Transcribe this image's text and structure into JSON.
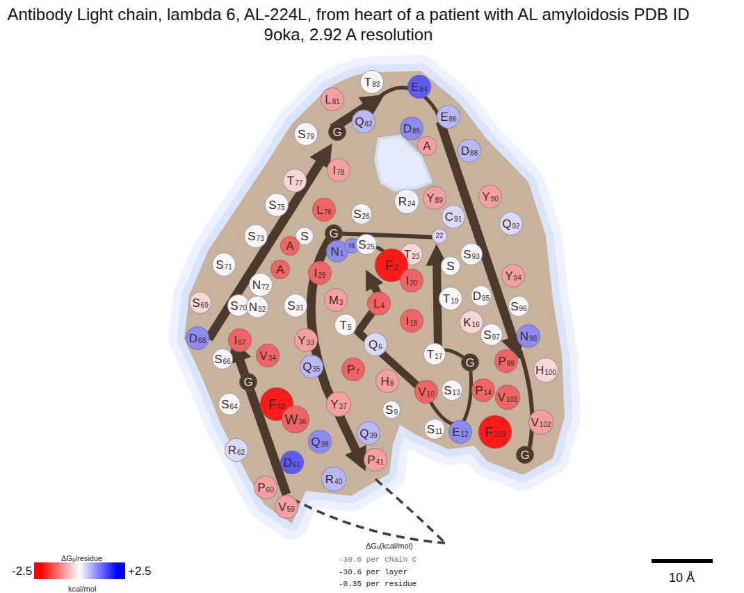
{
  "diagram": {
    "title": "Antibody Light chain, lambda 6, AL-224L, from heart of a patient with AL amyloidosis PDB ID 9oka, 2.92 A resolution",
    "nodes": [
      {
        "text": [
          "L",
          "81"
        ]
      },
      {
        "text": [
          "T",
          "83"
        ]
      },
      {
        "text": [
          "E",
          "84"
        ]
      },
      {
        "text": [
          "E",
          "86"
        ]
      },
      {
        "text": [
          "Q",
          "82"
        ]
      },
      {
        "text": [
          "D",
          "85"
        ]
      },
      {
        "text": [
          "A"
        ]
      },
      {
        "text": [
          "D",
          "88"
        ]
      },
      {
        "text": [
          "G"
        ]
      },
      {
        "text": [
          "S",
          "79"
        ]
      },
      {
        "text": [
          "I",
          "78"
        ]
      },
      {
        "text": [
          "T",
          "77"
        ]
      },
      {
        "text": [
          "R",
          "24"
        ]
      },
      {
        "text": [
          "Y",
          "89"
        ]
      },
      {
        "text": [
          "Y",
          "90"
        ]
      },
      {
        "text": [
          "L",
          "76"
        ]
      },
      {
        "text": [
          "S",
          "26"
        ]
      },
      {
        "text": [
          "S",
          "75"
        ]
      },
      {
        "text": [
          "C",
          "91"
        ]
      },
      {
        "text": [
          "Q",
          "92"
        ]
      },
      {
        "text": [
          "G"
        ]
      },
      {
        "text": [
          "S"
        ]
      },
      {
        "text": [
          "A"
        ]
      },
      {
        "text": [
          "S",
          "73"
        ]
      },
      {
        "text": [
          "N",
          "1"
        ]
      },
      {
        "text": [
          "nt"
        ]
      },
      {
        "text": [
          "S",
          "25"
        ]
      },
      {
        "text": [
          "T",
          "23"
        ]
      },
      {
        "text": [
          "22"
        ]
      },
      {
        "text": [
          "F",
          "2"
        ]
      },
      {
        "text": [
          "S"
        ]
      },
      {
        "text": [
          "S",
          "93"
        ]
      },
      {
        "text": [
          "I",
          "29"
        ]
      },
      {
        "text": [
          "A"
        ]
      },
      {
        "text": [
          "S",
          "71"
        ]
      },
      {
        "text": [
          "N",
          "72"
        ]
      },
      {
        "text": [
          "M",
          "3"
        ]
      },
      {
        "text": [
          "I",
          "20"
        ]
      },
      {
        "text": [
          "Y",
          "94"
        ]
      },
      {
        "text": [
          "T",
          "19"
        ]
      },
      {
        "text": [
          "D",
          "95"
        ]
      },
      {
        "text": [
          "S",
          "96"
        ]
      },
      {
        "text": [
          "S",
          "69"
        ]
      },
      {
        "text": [
          "S",
          "70"
        ]
      },
      {
        "text": [
          "N",
          "32"
        ]
      },
      {
        "text": [
          "S",
          "31"
        ]
      },
      {
        "text": [
          "L",
          "4"
        ]
      },
      {
        "text": [
          "I",
          "18"
        ]
      },
      {
        "text": [
          "K",
          "16"
        ]
      },
      {
        "text": [
          "T",
          "5"
        ]
      },
      {
        "text": [
          "N",
          "98"
        ]
      },
      {
        "text": [
          "S",
          "97"
        ]
      },
      {
        "text": [
          "D",
          "68"
        ]
      },
      {
        "text": [
          "I",
          "67"
        ]
      },
      {
        "text": [
          "Y",
          "33"
        ]
      },
      {
        "text": [
          "Q",
          "6"
        ]
      },
      {
        "text": [
          "T",
          "17"
        ]
      },
      {
        "text": [
          "G"
        ]
      },
      {
        "text": [
          "P",
          "99"
        ]
      },
      {
        "text": [
          "H",
          "100"
        ]
      },
      {
        "text": [
          "V",
          "34"
        ]
      },
      {
        "text": [
          "Q",
          "35"
        ]
      },
      {
        "text": [
          "S",
          "66"
        ]
      },
      {
        "text": [
          "P",
          "7"
        ]
      },
      {
        "text": [
          "H",
          "8"
        ]
      },
      {
        "text": [
          "G"
        ]
      },
      {
        "text": [
          "V",
          "10"
        ]
      },
      {
        "text": [
          "S",
          "13"
        ]
      },
      {
        "text": [
          "P",
          "14"
        ]
      },
      {
        "text": [
          "V",
          "101"
        ]
      },
      {
        "text": [
          "S",
          "64"
        ]
      },
      {
        "text": [
          "F",
          "63"
        ]
      },
      {
        "text": [
          "Y",
          "37"
        ]
      },
      {
        "text": [
          "W",
          "36"
        ]
      },
      {
        "text": [
          "S",
          "9"
        ]
      },
      {
        "text": [
          "S",
          "11"
        ]
      },
      {
        "text": [
          "V",
          "102"
        ]
      },
      {
        "text": [
          "Q",
          "39"
        ]
      },
      {
        "text": [
          "Q",
          "38"
        ]
      },
      {
        "text": [
          "E",
          "12"
        ]
      },
      {
        "text": [
          "F",
          "103"
        ]
      },
      {
        "text": [
          "R",
          "62"
        ]
      },
      {
        "text": [
          "D",
          "61"
        ]
      },
      {
        "text": [
          "P",
          "41"
        ]
      },
      {
        "text": [
          "R",
          "40"
        ]
      },
      {
        "text": [
          "G"
        ]
      },
      {
        "text": [
          "P",
          "60"
        ]
      },
      {
        "text": [
          "V",
          "59"
        ]
      }
    ],
    "labels": [
      "ΔGₒ/residue",
      "kcal/mol",
      "ΔGₒ(kcal/mol)",
      "-30.6 per chain C",
      "-30.6 per layer",
      "-0.35 per residue",
      "10 Å"
    ],
    "legend": [
      {
        "text": "-2.5",
        "color": "#ff0000"
      },
      {
        "text": "+2.5",
        "color": "#0000ff"
      }
    ]
  }
}
